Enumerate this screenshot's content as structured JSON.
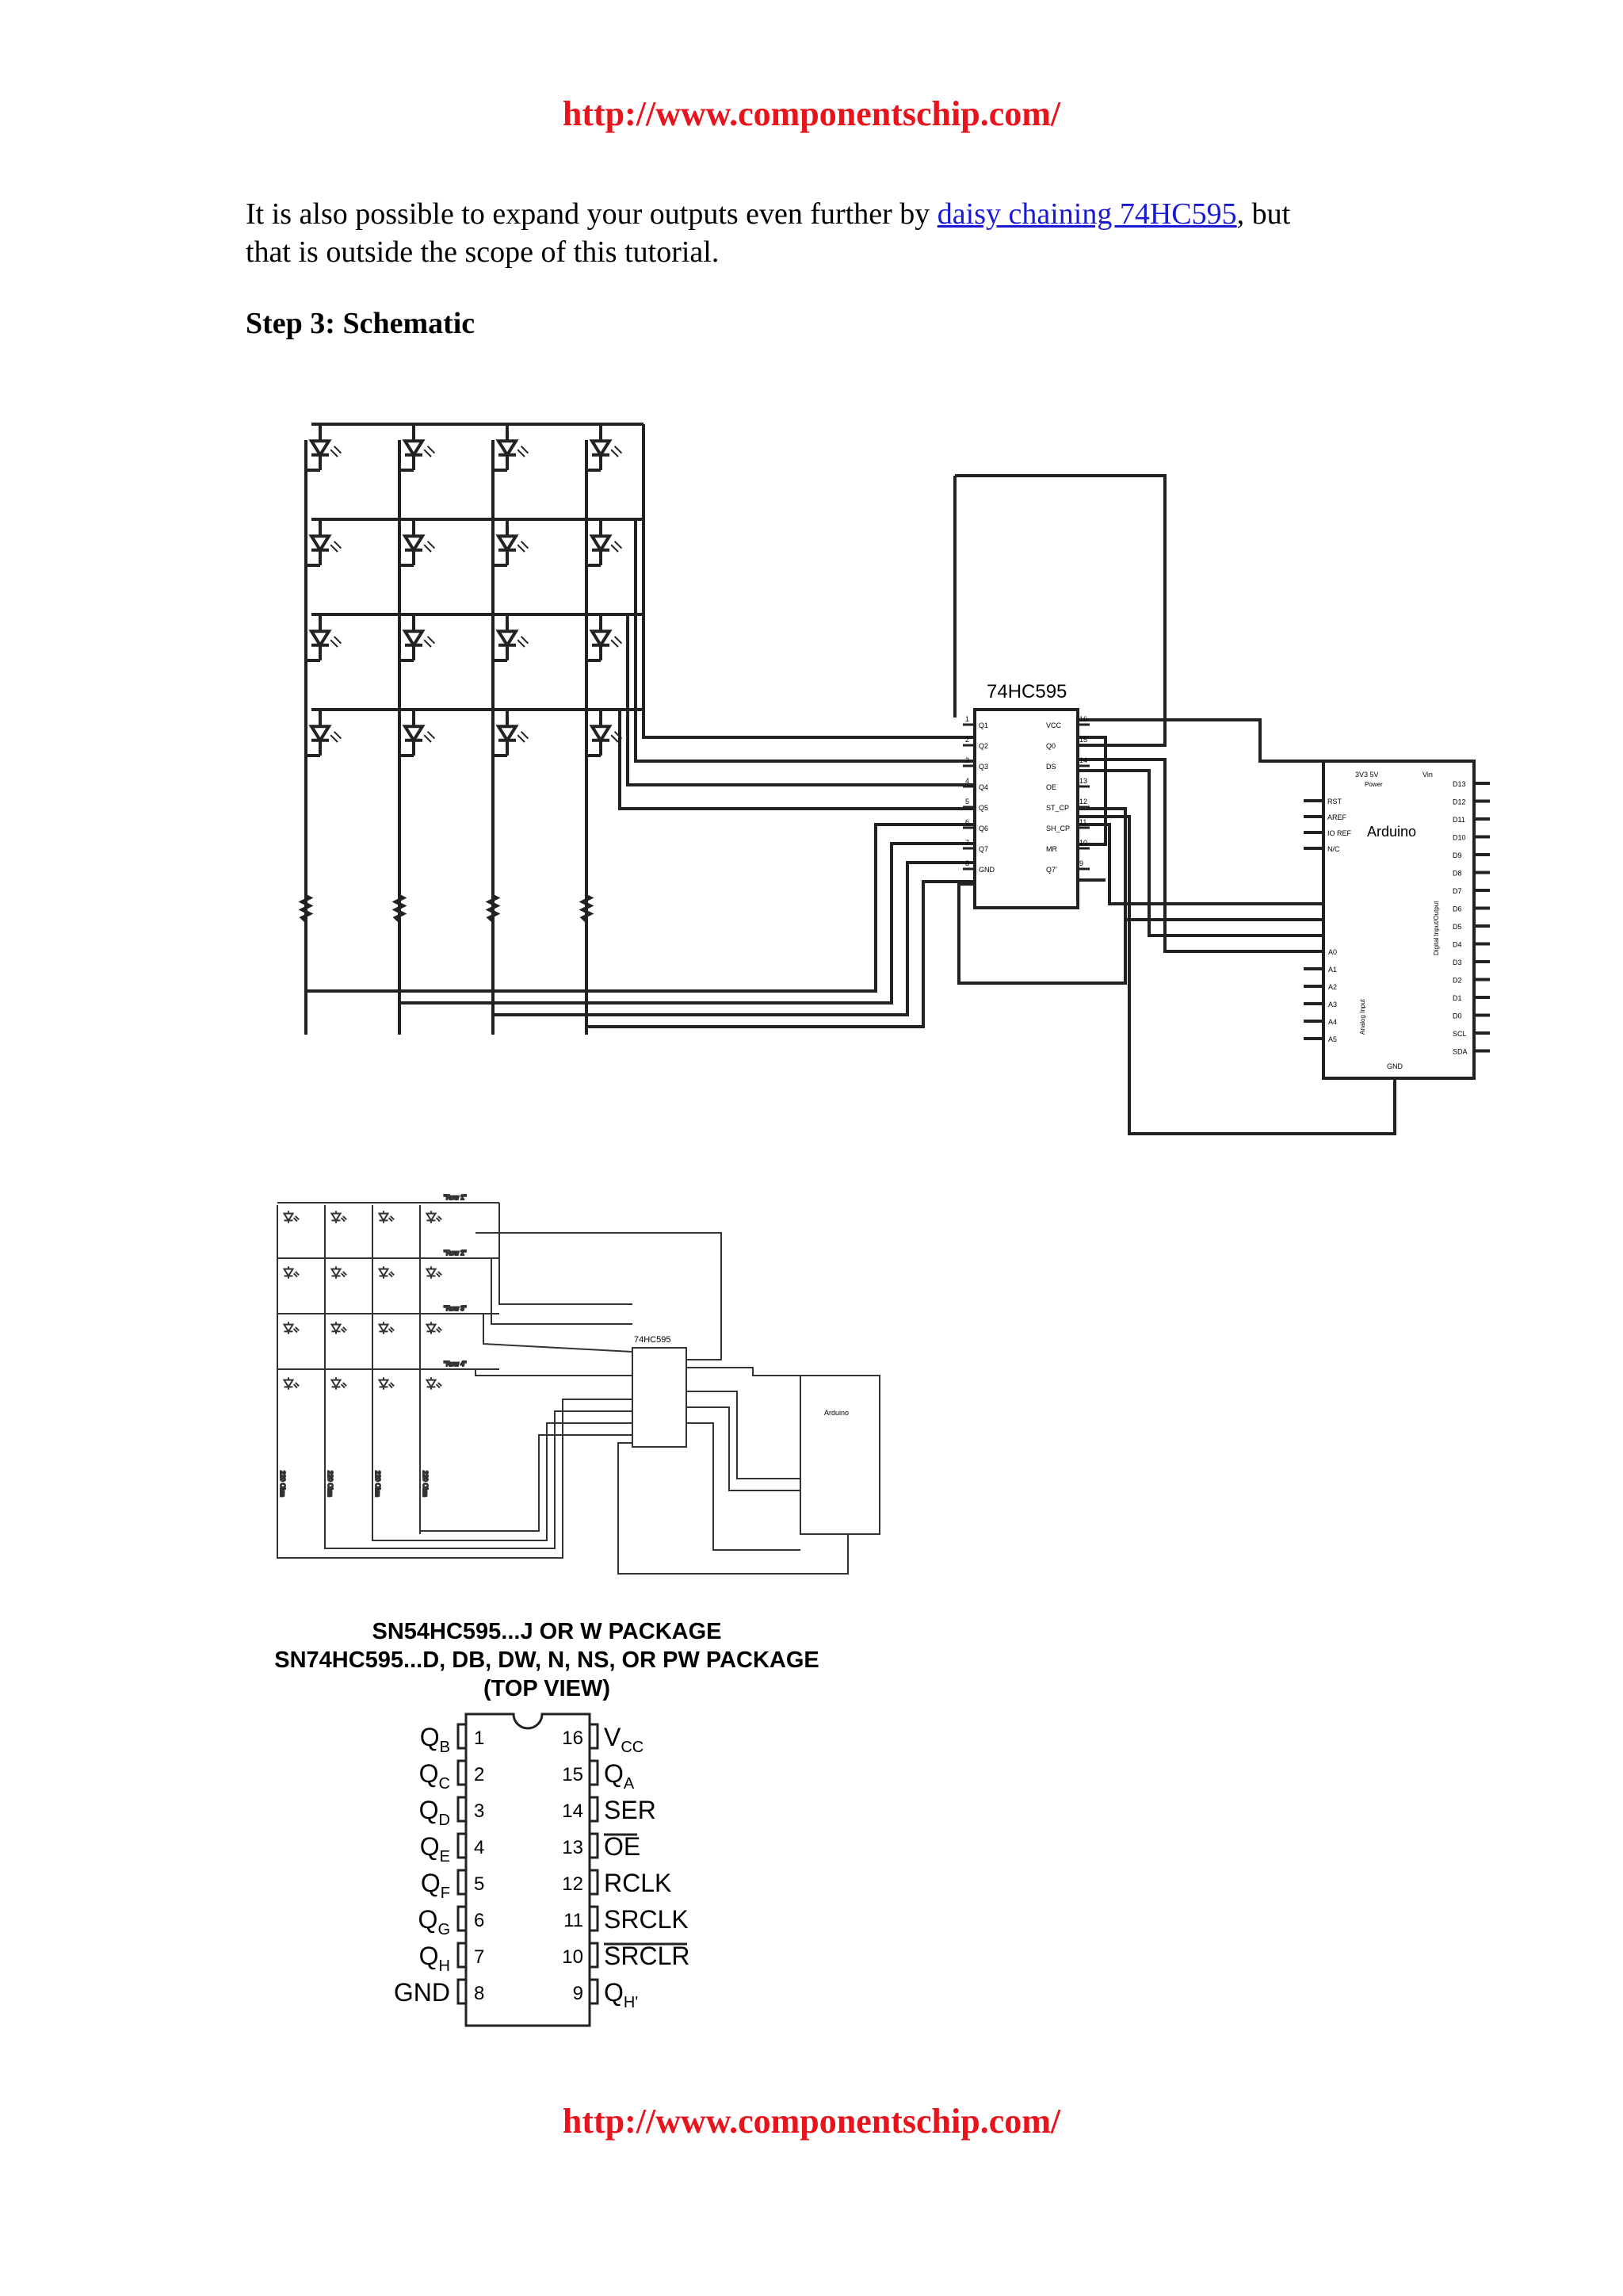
{
  "header_url": "http://www.componentschip.com/",
  "footer_url": "http://www.componentschip.com/",
  "paragraph": {
    "before_link": "It is also possible to expand your outputs even further by ",
    "link_text": "daisy chaining 74HC595",
    "after_link": ", but that is outside the scope of this tutorial."
  },
  "heading": "Step 3: Schematic",
  "schematic_large": {
    "chip_label": "74HC595",
    "chip_left_pins": [
      {
        "num": "1",
        "name": "Q1"
      },
      {
        "num": "2",
        "name": "Q2"
      },
      {
        "num": "3",
        "name": "Q3"
      },
      {
        "num": "4",
        "name": "Q4"
      },
      {
        "num": "5",
        "name": "Q5"
      },
      {
        "num": "6",
        "name": "Q6"
      },
      {
        "num": "7",
        "name": "Q7"
      },
      {
        "num": "8",
        "name": "GND"
      }
    ],
    "chip_right_pins": [
      {
        "num": "16",
        "name": "VCC"
      },
      {
        "num": "15",
        "name": "Q0"
      },
      {
        "num": "14",
        "name": "DS"
      },
      {
        "num": "13",
        "name": "OE"
      },
      {
        "num": "12",
        "name": "ST_CP"
      },
      {
        "num": "11",
        "name": "SH_CP"
      },
      {
        "num": "10",
        "name": "MR"
      },
      {
        "num": "9",
        "name": "Q7'"
      }
    ],
    "arduino_label": "Arduino",
    "arduino_power_label": "3V3 5V",
    "arduino_power_sub": "Power",
    "arduino_vin": "Vin",
    "arduino_left_top": [
      "RST",
      "AREF",
      "IO REF",
      "N/C"
    ],
    "arduino_left_analog": [
      "A0",
      "A1",
      "A2",
      "A3",
      "A4",
      "A5"
    ],
    "arduino_analog_caption": "Analog Input",
    "arduino_digital_caption": "Digital Input/Output",
    "arduino_right": [
      "D13",
      "D12",
      "D11",
      "D10",
      "D9",
      "D8",
      "D7",
      "D6",
      "D5",
      "D4",
      "D3",
      "D2",
      "D1",
      "D0",
      "SCL",
      "SDA"
    ],
    "arduino_gnd": "GND"
  },
  "schematic_small": {
    "chip_label": "74HC595",
    "arduino_label": "Arduino",
    "row_labels": [
      "\"Row 1\"",
      "\"Row 2\"",
      "\"Row 3\"",
      "\"Row 4\""
    ],
    "resistor_labels": [
      "220 Ohm",
      "220 Ohm",
      "220 Ohm",
      "220 Ohm"
    ]
  },
  "package": {
    "title_line1": "SN54HC595...J OR W PACKAGE",
    "title_line2": "SN74HC595...D, DB, DW, N, NS, OR PW PACKAGE",
    "title_line3": "(TOP VIEW)",
    "left_pins": [
      {
        "num": "1",
        "name": "Q",
        "sub": "B"
      },
      {
        "num": "2",
        "name": "Q",
        "sub": "C"
      },
      {
        "num": "3",
        "name": "Q",
        "sub": "D"
      },
      {
        "num": "4",
        "name": "Q",
        "sub": "E"
      },
      {
        "num": "5",
        "name": "Q",
        "sub": "F"
      },
      {
        "num": "6",
        "name": "Q",
        "sub": "G"
      },
      {
        "num": "7",
        "name": "Q",
        "sub": "H"
      },
      {
        "num": "8",
        "name": "GND",
        "sub": ""
      }
    ],
    "right_pins": [
      {
        "num": "16",
        "name": "V",
        "sub": "CC",
        "over": false
      },
      {
        "num": "15",
        "name": "Q",
        "sub": "A",
        "over": false
      },
      {
        "num": "14",
        "name": "SER",
        "sub": "",
        "over": false
      },
      {
        "num": "13",
        "name": "OE",
        "sub": "",
        "over": true
      },
      {
        "num": "12",
        "name": "RCLK",
        "sub": "",
        "over": false
      },
      {
        "num": "11",
        "name": "SRCLK",
        "sub": "",
        "over": false
      },
      {
        "num": "10",
        "name": "SRCLR",
        "sub": "",
        "over": true
      },
      {
        "num": "9",
        "name": "Q",
        "sub": "H'",
        "over": false
      }
    ]
  }
}
